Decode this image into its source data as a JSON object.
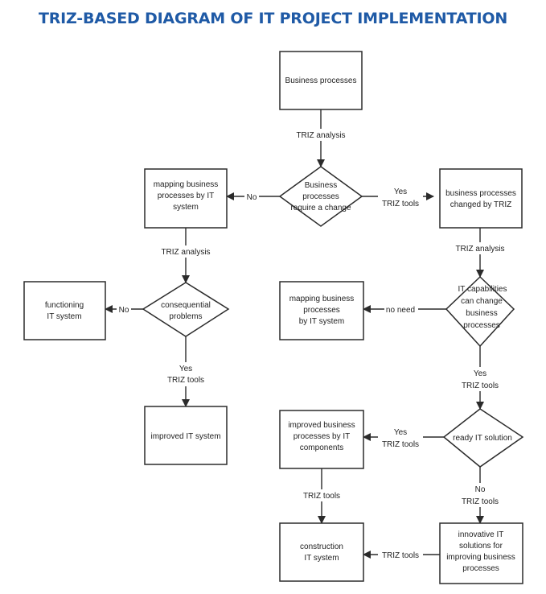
{
  "title": "TRIZ-BASED DIAGRAM OF IT PROJECT IMPLEMENTATION",
  "nodes": {
    "business_processes": [
      "Business processes"
    ],
    "require_change": [
      "Business",
      "processes",
      "require a change"
    ],
    "mapping_by_it": [
      "mapping business",
      "processes by IT",
      "system"
    ],
    "changed_by_triz": [
      "business processes",
      "changed by TRIZ"
    ],
    "consequential": [
      "consequential",
      "problems"
    ],
    "functioning": [
      "functioning",
      "IT system"
    ],
    "improved_it": [
      "improved IT system"
    ],
    "it_capabilities": [
      "IT capabilities",
      "can change",
      "business",
      "processes"
    ],
    "mapping_by_it_2": [
      "mapping business",
      "processes",
      "by IT system"
    ],
    "ready_it": [
      "ready IT solution"
    ],
    "improved_bp": [
      "improved business",
      "processes by IT",
      "components"
    ],
    "innovative": [
      "innovative IT",
      "solutions for",
      "improving business",
      "processes"
    ],
    "construction": [
      "construction",
      "IT system"
    ]
  },
  "edges": {
    "e1": [
      "TRIZ analysis"
    ],
    "e2": [
      "No"
    ],
    "e3": [
      "Yes",
      "TRIZ tools"
    ],
    "e4": [
      "TRIZ analysis"
    ],
    "e5": [
      "No"
    ],
    "e6": [
      "Yes",
      "TRIZ tools"
    ],
    "e7": [
      "TRIZ analysis"
    ],
    "e8": [
      "no need"
    ],
    "e9": [
      "Yes",
      "TRIZ tools"
    ],
    "e10": [
      "Yes",
      "TRIZ tools"
    ],
    "e11": [
      "No",
      "TRIZ tools"
    ],
    "e12": [
      "TRIZ tools"
    ],
    "e13": [
      "TRIZ tools"
    ]
  }
}
